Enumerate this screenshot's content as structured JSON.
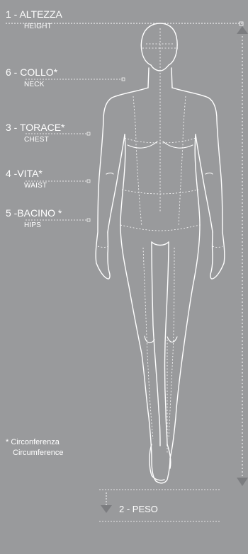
{
  "measurements": [
    {
      "main": "1 - ALTEZZA",
      "sub": "HEIGHT"
    },
    {
      "main": "6 - COLLO*",
      "sub": "NECK"
    },
    {
      "main": "3 - TORACE*",
      "sub": "CHEST"
    },
    {
      "main": "4 -VITA*",
      "sub": "WAIST"
    },
    {
      "main": "5 -BACINO *",
      "sub": "HIPS"
    }
  ],
  "note": {
    "line1": "* Circonferenza",
    "line2": "Circumference"
  },
  "weight": {
    "label": "2 - PESO"
  },
  "colors": {
    "background": "#999a9c",
    "line": "#ffffff",
    "arrow": "#7c7d80"
  }
}
